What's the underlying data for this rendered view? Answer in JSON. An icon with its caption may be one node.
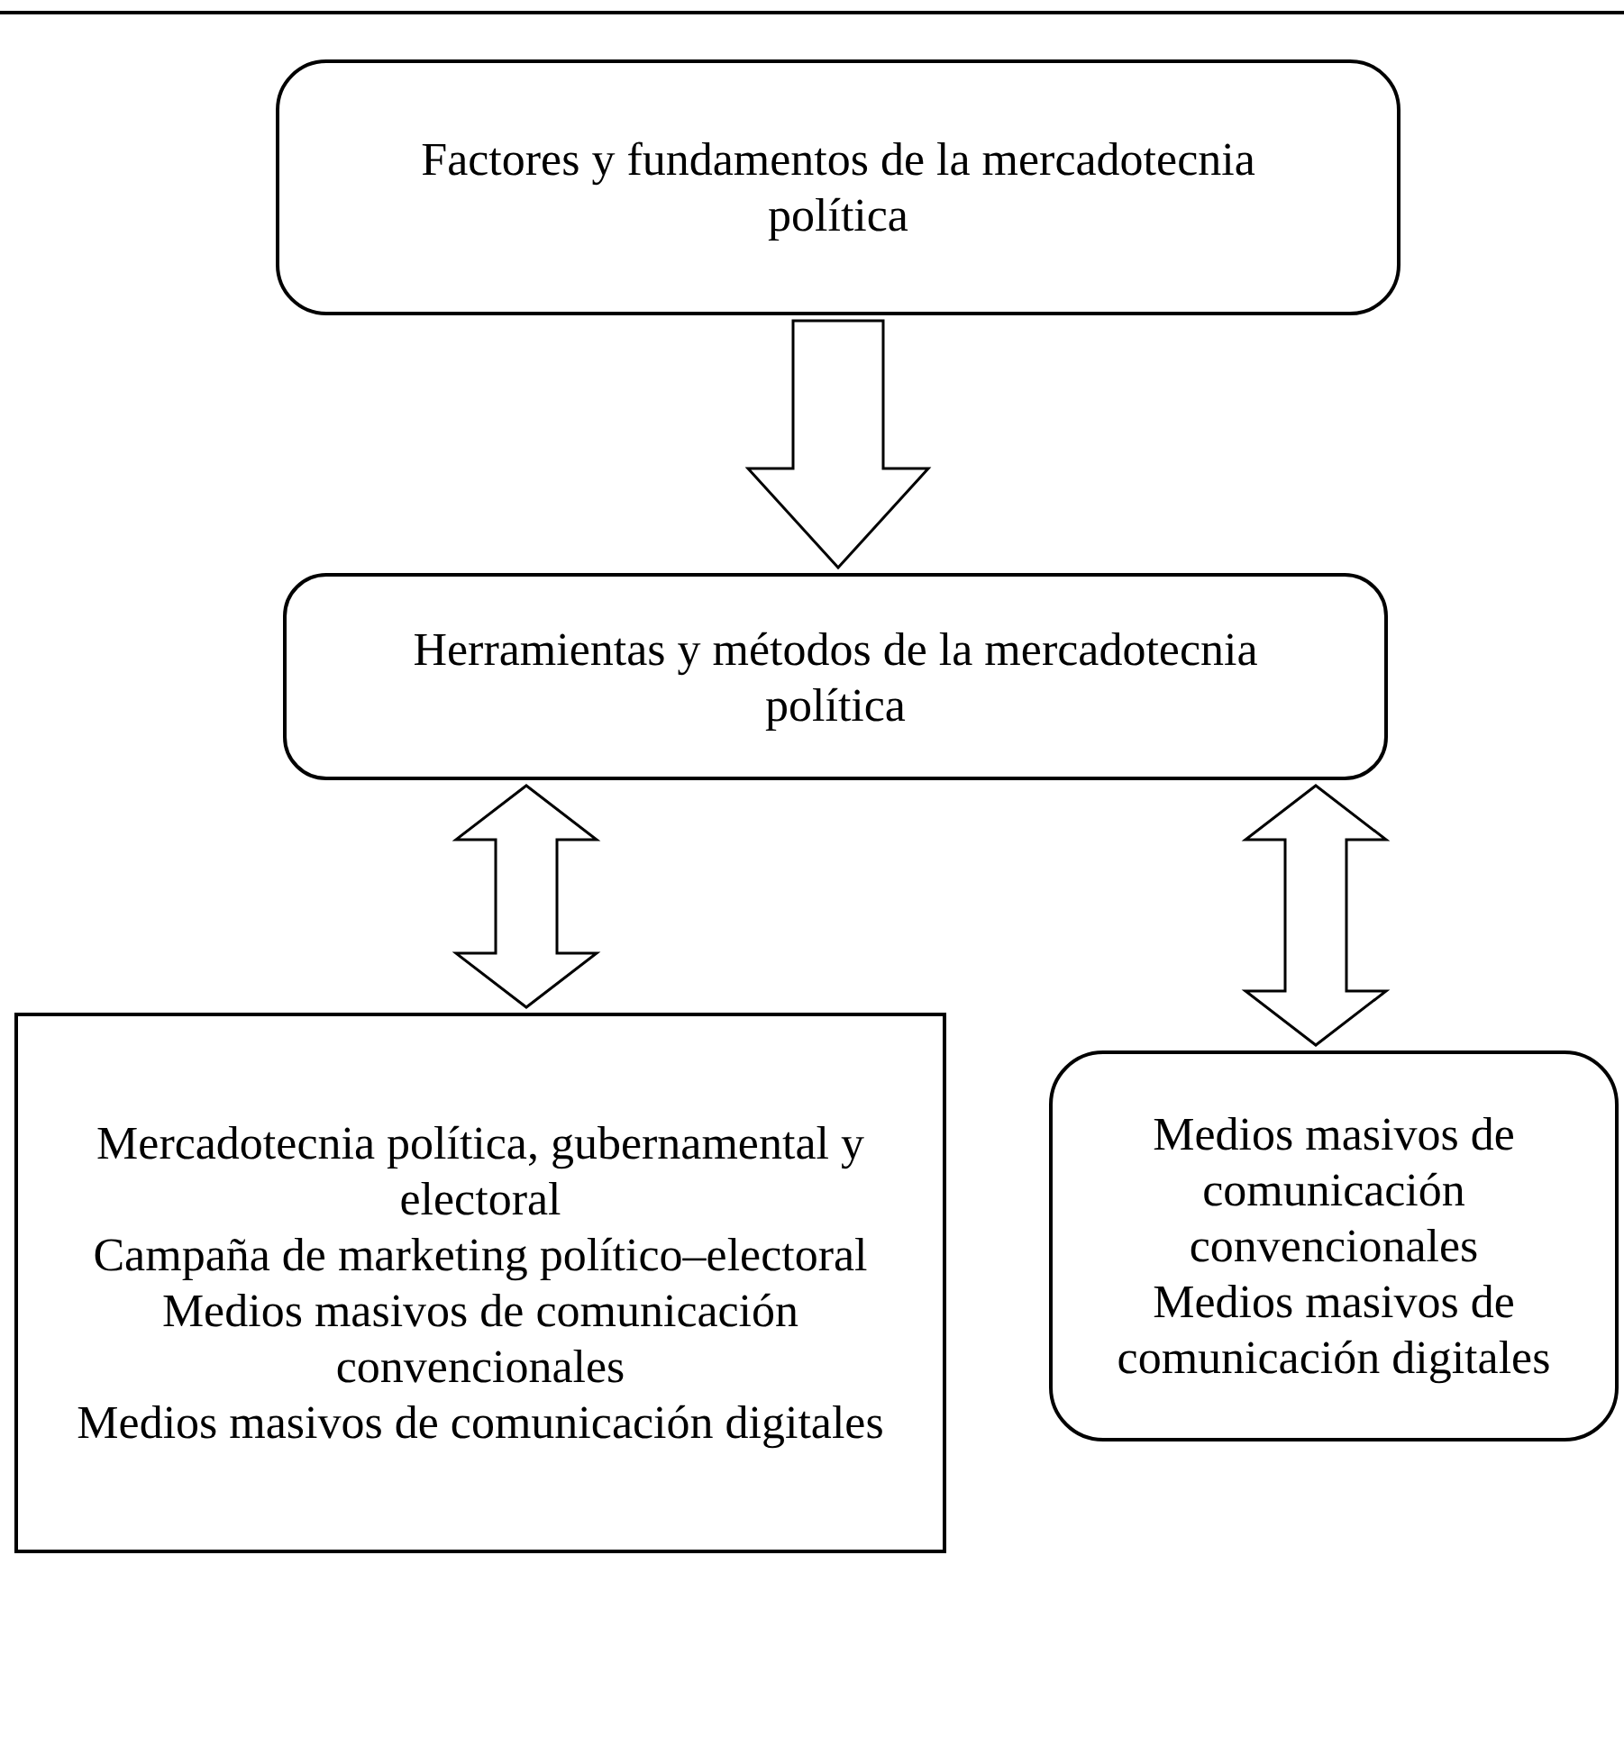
{
  "diagram": {
    "nodes": [
      {
        "text": [
          "Factores y fundamentos de la mercadotecnia política"
        ]
      },
      {
        "text": [
          "Herramientas y métodos de la mercadotecnia política"
        ]
      },
      {
        "text": [
          "Mercadotecnia política, gubernamental y electoral",
          "Campaña de marketing político–electoral",
          "Medios masivos de comunicación convencionales",
          "Medios masivos de comunicación digitales"
        ]
      },
      {
        "text": [
          "Medios masivos de comunicación convencionales",
          "Medios masivos de comunicación digitales"
        ]
      }
    ],
    "edges": [
      {
        "from": 0,
        "to": 1,
        "arrow": "to"
      },
      {
        "from": 1,
        "to": 2,
        "arrow": "both"
      },
      {
        "from": 1,
        "to": 3,
        "arrow": "both"
      }
    ]
  }
}
